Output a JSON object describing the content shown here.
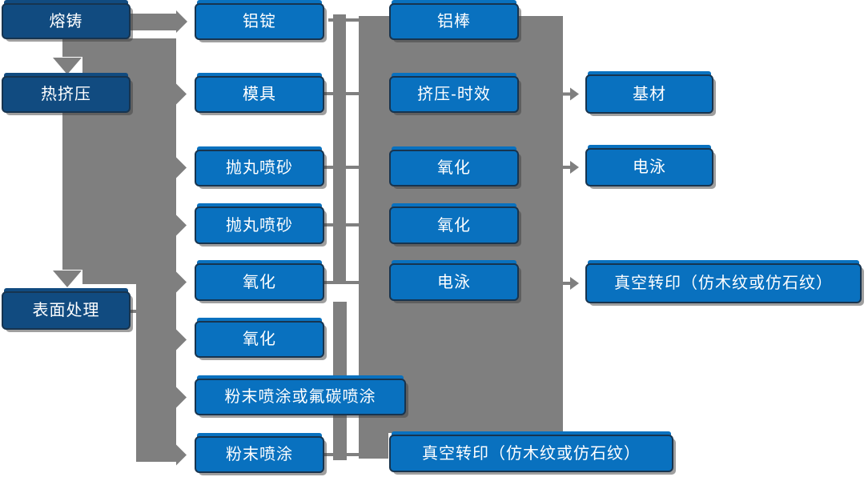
{
  "diagram": {
    "type": "process-flowchart",
    "colors": {
      "node_blue": "#0971bf",
      "node_dark_blue": "#114b80",
      "node_border": "#17344f",
      "connector_gray": "#7f7f7f",
      "text": "#ffffff"
    },
    "columns": {
      "process": [
        "熔铸",
        "热挤压",
        "表面处理"
      ],
      "stage1": [
        "铝锭",
        "模具",
        "抛丸喷砂",
        "抛丸喷砂",
        "氧化",
        "氧化",
        "粉末喷涂或氟碳喷涂",
        "粉末喷涂"
      ],
      "stage2": [
        "铝棒",
        "挤压-时效",
        "氧化",
        "氧化",
        "电泳",
        "真空转印（仿木纹或仿石纹）"
      ],
      "stage3": [
        "基材",
        "电泳",
        "真空转印（仿木纹或仿石纹）"
      ]
    },
    "edges": [
      "熔铸 → 热挤压",
      "热挤压 → 表面处理",
      "熔铸 → 铝锭",
      "热挤压 → 模具",
      "热挤压 → 抛丸喷砂",
      "热挤压 → 抛丸喷砂",
      "热挤压 → 氧化",
      "表面处理 → 氧化",
      "表面处理 → 粉末喷涂或氟碳喷涂",
      "表面处理 → 粉末喷涂",
      "铝锭/模具/抛丸喷砂/氧化 → 铝棒流程块",
      "挤压-时效 → 基材",
      "氧化 → 电泳",
      "电泳 → 真空转印（仿木纹或仿石纹）",
      "粉末喷涂 → 真空转印（仿木纹或仿石纹）"
    ]
  }
}
